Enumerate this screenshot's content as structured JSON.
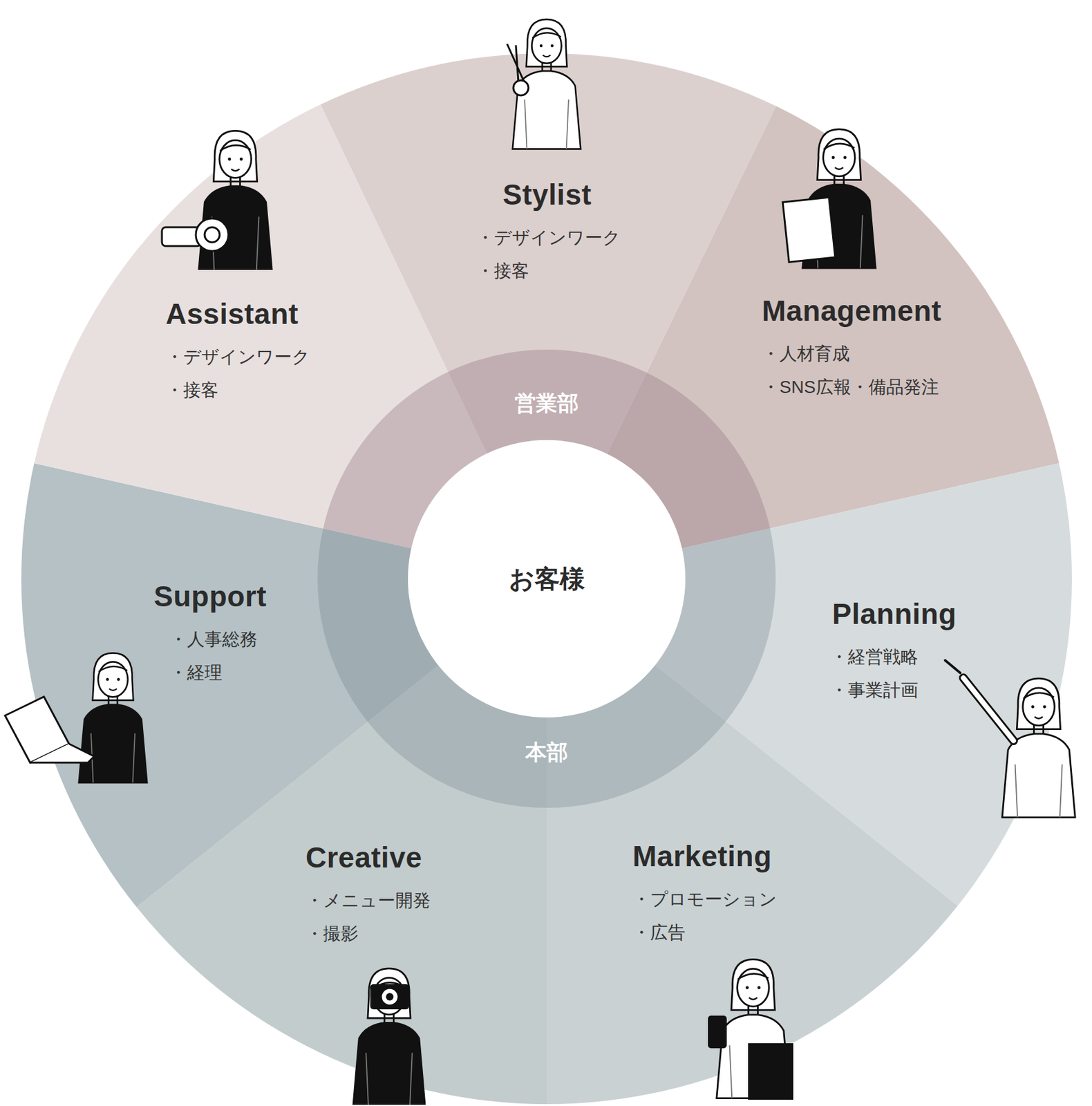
{
  "diagram": {
    "nodes": [
      {
        "text": [
          "Stylist",
          "・デザインワーク",
          "・接客"
        ]
      },
      {
        "text": [
          "Assistant",
          "・デザインワーク",
          "・接客"
        ]
      },
      {
        "text": [
          "Management",
          "・人材育成",
          "・SNS広報・備品発注"
        ]
      },
      {
        "text": [
          "営業部"
        ]
      },
      {
        "text": [
          "お客様"
        ]
      },
      {
        "text": [
          "Support",
          "・人事総務",
          "・経理"
        ]
      },
      {
        "text": [
          "Planning",
          "・経営戦略",
          "・事業計画"
        ]
      },
      {
        "text": [
          "本部"
        ]
      },
      {
        "text": [
          "Creative",
          "・メニュー開発",
          "・撮影"
        ]
      },
      {
        "text": [
          "Marketing",
          "・プロモーション",
          "・広告"
        ]
      }
    ]
  }
}
